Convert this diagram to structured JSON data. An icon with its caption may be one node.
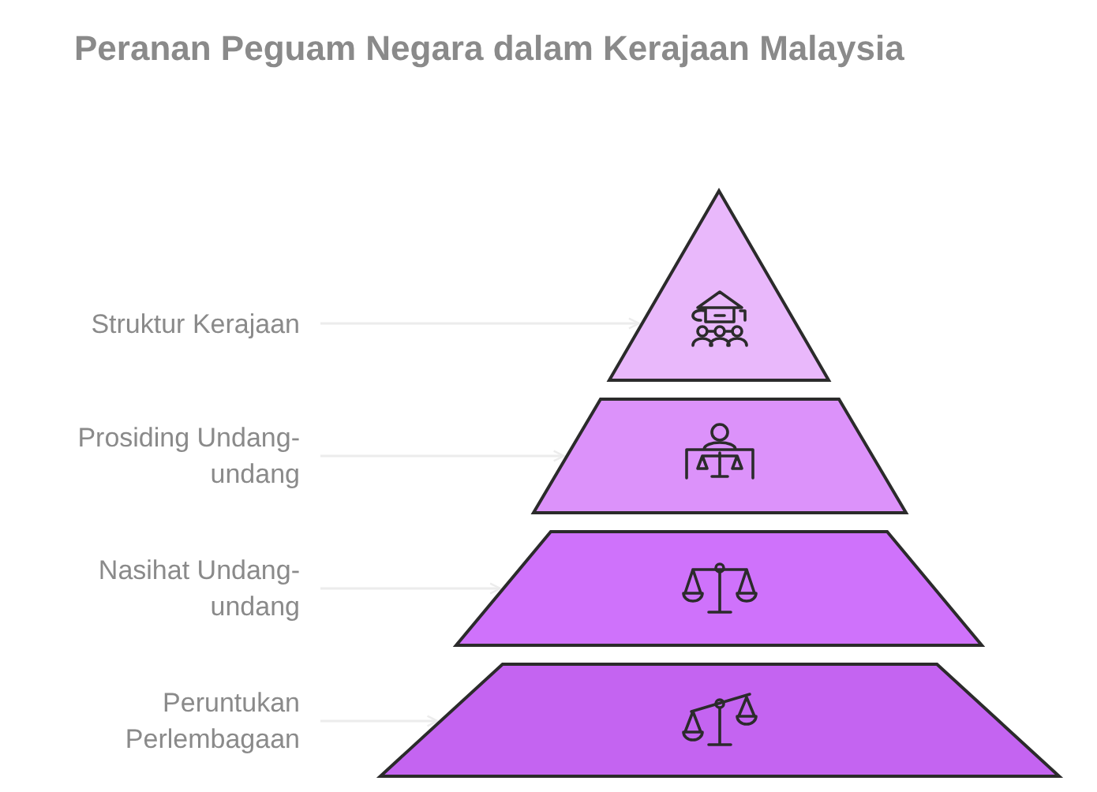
{
  "diagram": {
    "title": "Peranan Peguam Negara dalam Kerajaan Malaysia",
    "nodes": [
      {
        "text": [
          "Struktur Kerajaan"
        ]
      },
      {
        "text": [],
        "shape": "triangle"
      },
      {
        "text": [
          "Prosiding Undang-undang"
        ]
      },
      {
        "text": [],
        "shape": "trapezoid"
      },
      {
        "text": [
          "Nasihat Undang-undang"
        ]
      },
      {
        "text": [],
        "shape": "trapezoid"
      },
      {
        "text": [
          "Peruntukan Perlembagaan"
        ]
      },
      {
        "text": [],
        "shape": "trapezoid"
      }
    ],
    "edges": [
      {
        "from": 0,
        "to": 1,
        "arrow": "to"
      },
      {
        "from": 2,
        "to": 3,
        "arrow": "to"
      },
      {
        "from": 4,
        "to": 5,
        "arrow": "to"
      },
      {
        "from": 6,
        "to": 7,
        "arrow": "to"
      }
    ]
  }
}
